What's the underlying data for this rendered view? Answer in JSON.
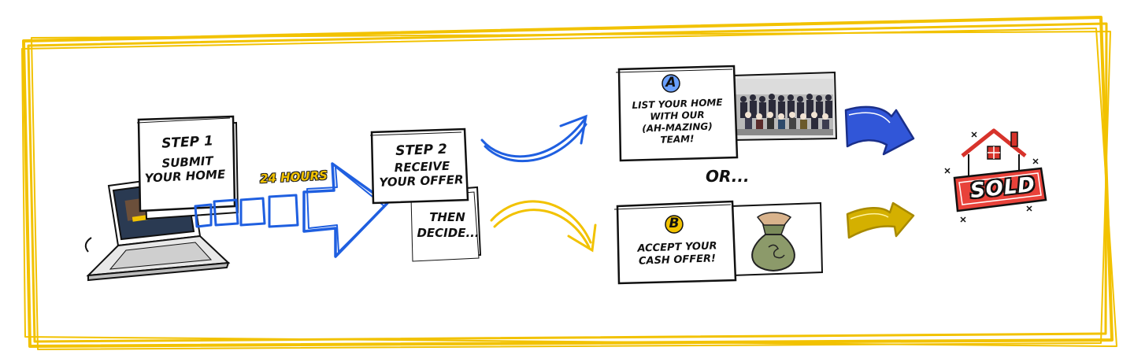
{
  "colors": {
    "border_yellow": "#f2c200",
    "arrow_blue": "#1f5fe0",
    "arrow_navy": "#1a2f8a",
    "arrow_gold": "#c9a800",
    "sold_red": "#e8423a",
    "house_red": "#d7332b"
  },
  "step1": {
    "title": "STEP 1",
    "line1": "SUBMIT",
    "line2": "YOUR HOME"
  },
  "hours_label": "24 HOURS",
  "step2": {
    "title": "STEP 2",
    "line1": "RECEIVE",
    "line2": "YOUR OFFER"
  },
  "then": {
    "line1": "THEN",
    "line2": "DECIDE..."
  },
  "option_a": {
    "badge": "A",
    "line1": "LIST YOUR HOME",
    "line2": "WITH OUR",
    "line3": "(AH-MAZING)",
    "line4": "TEAM!",
    "image_icon": "team-photo"
  },
  "or_label": "OR...",
  "option_b": {
    "badge": "B",
    "line1": "ACCEPT YOUR",
    "line2": "CASH OFFER!",
    "image_icon": "money-bag-icon"
  },
  "sold_label": "SOLD",
  "icons": {
    "laptop": "laptop-icon",
    "house": "house-icon",
    "sparkles": "sparkle-icon"
  }
}
